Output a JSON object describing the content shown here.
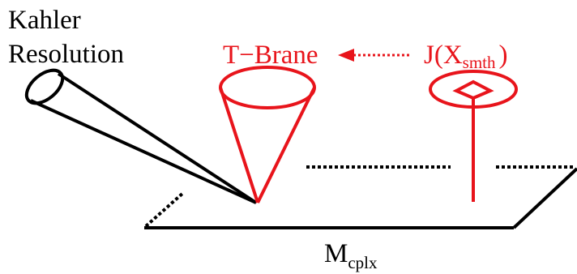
{
  "labels": {
    "kahler_line1": "Kahler",
    "kahler_line2": "Resolution",
    "t_brane": "T−Brane",
    "j_main": "J(X",
    "j_sub": "smth",
    "j_close": ")",
    "m_main": "M",
    "m_sub": "cplx"
  },
  "colors": {
    "ink": "#000000",
    "accent": "#e8141b"
  },
  "icons": {
    "arrow": "filled-arrowhead-left",
    "tbrane_shape": "cone",
    "j_shape": "disc-on-stalk"
  }
}
